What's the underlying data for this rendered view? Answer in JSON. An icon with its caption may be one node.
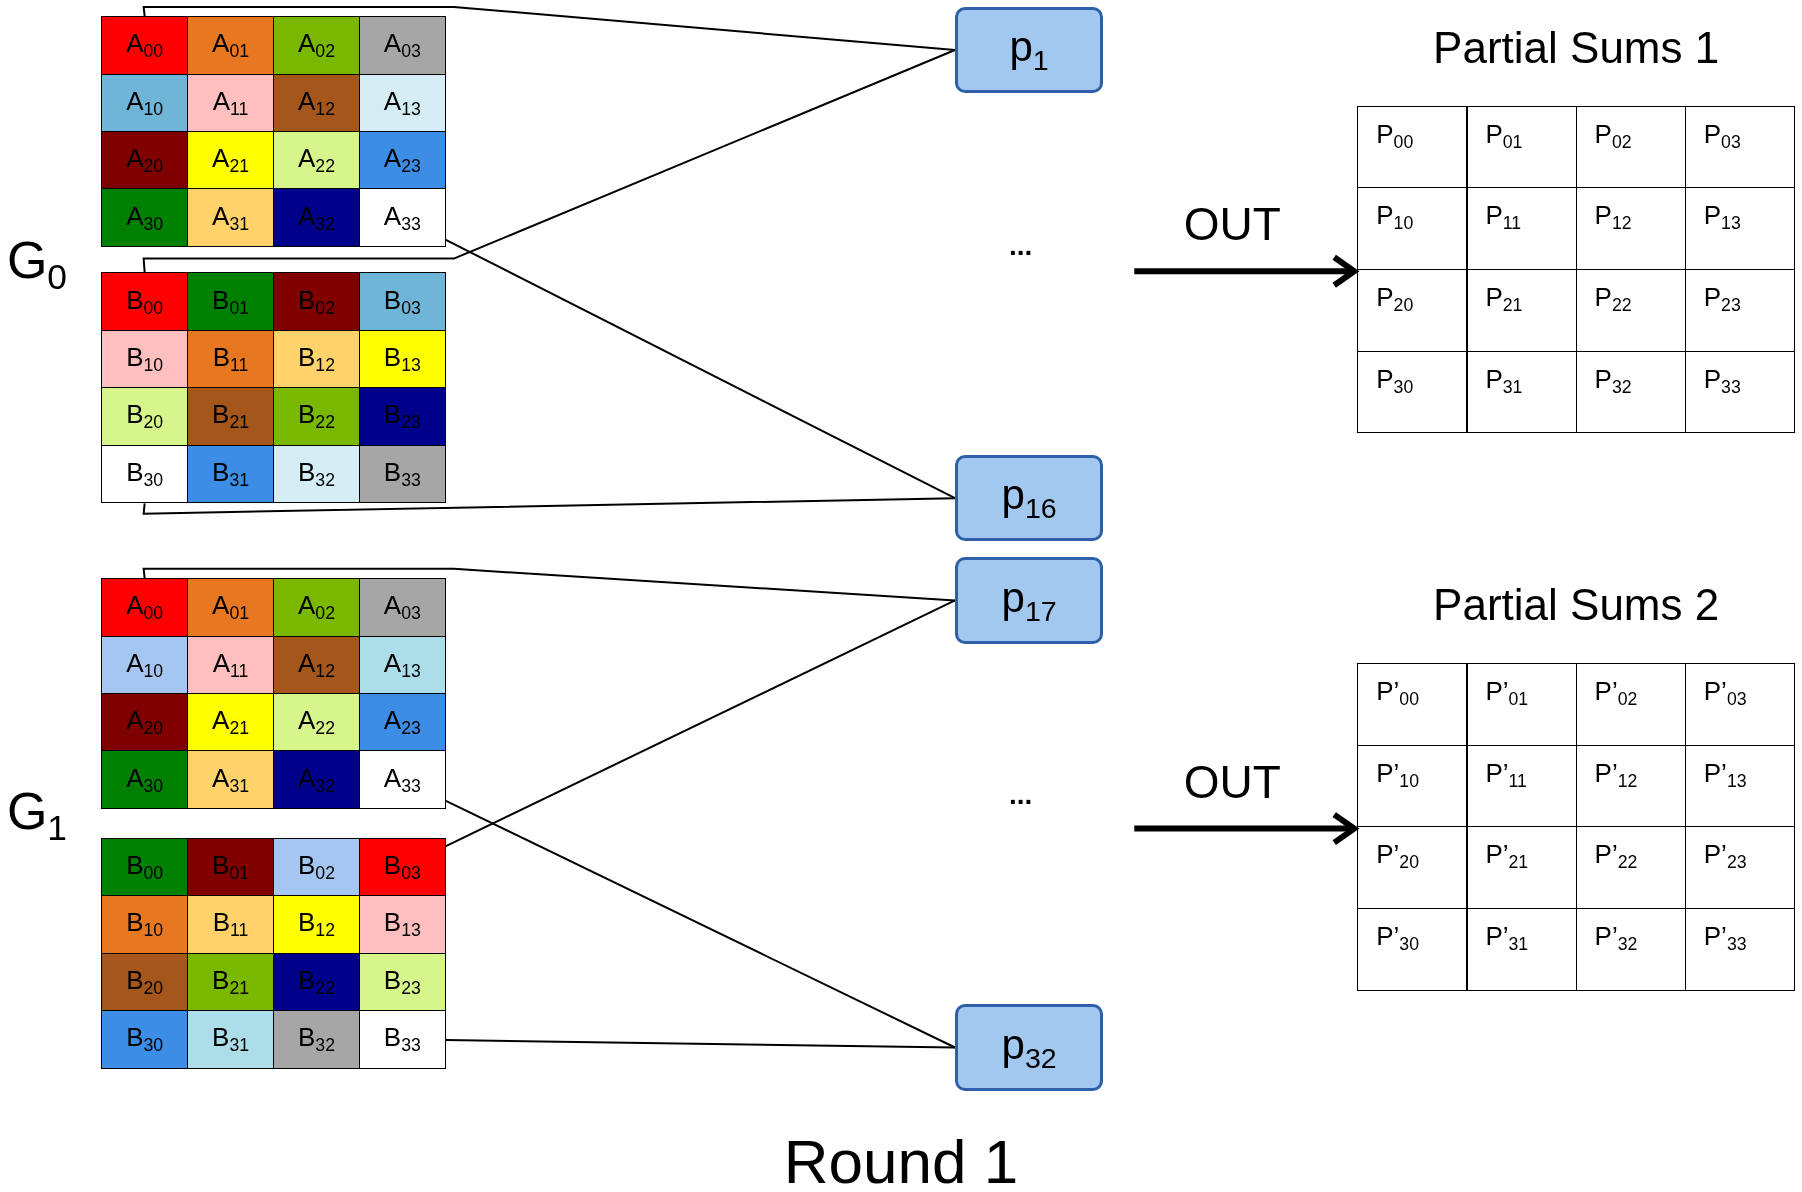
{
  "diagram": {
    "caption": "Round 1",
    "nodes": [
      {
        "text": [
          "A$_{00}$"
        ]
      },
      {
        "text": [
          "A$_{01}$"
        ]
      },
      {
        "text": [
          "A$_{02}$"
        ]
      },
      {
        "text": [
          "A$_{03}$"
        ]
      },
      {
        "text": [
          "A$_{10}$"
        ]
      },
      {
        "text": [
          "A$_{11}$"
        ]
      },
      {
        "text": [
          "A$_{12}$"
        ]
      },
      {
        "text": [
          "A$_{13}$"
        ]
      },
      {
        "text": [
          "A$_{20}$"
        ]
      },
      {
        "text": [
          "A$_{21}$"
        ]
      },
      {
        "text": [
          "A$_{22}$"
        ]
      },
      {
        "text": [
          "A$_{23}$"
        ]
      },
      {
        "text": [
          "A$_{30}$"
        ]
      },
      {
        "text": [
          "A$_{31}$"
        ]
      },
      {
        "text": [
          "A$_{32}$"
        ]
      },
      {
        "text": [
          "A$_{33}$"
        ]
      },
      {
        "text": [
          "B$_{00}$"
        ]
      },
      {
        "text": [
          "B$_{01}$"
        ]
      },
      {
        "text": [
          "B$_{02}$"
        ]
      },
      {
        "text": [
          "B$_{03}$"
        ]
      },
      {
        "text": [
          "B$_{10}$"
        ]
      },
      {
        "text": [
          "B$_{11}$"
        ]
      },
      {
        "text": [
          "B$_{12}$"
        ]
      },
      {
        "text": [
          "B$_{13}$"
        ]
      },
      {
        "text": [
          "B$_{20}$"
        ]
      },
      {
        "text": [
          "B$_{21}$"
        ]
      },
      {
        "text": [
          "B$_{22}$"
        ]
      },
      {
        "text": [
          "B$_{23}$"
        ]
      },
      {
        "text": [
          "B$_{30}$"
        ]
      },
      {
        "text": [
          "B$_{31}$"
        ]
      },
      {
        "text": [
          "B$_{32}$"
        ]
      },
      {
        "text": [
          "B$_{33}$"
        ]
      },
      {
        "text": [
          "A$_{00}$"
        ]
      },
      {
        "text": [
          "A$_{01}$"
        ]
      },
      {
        "text": [
          "A$_{02}$"
        ]
      },
      {
        "text": [
          "A$_{03}$"
        ]
      },
      {
        "text": [
          "A$_{10}$"
        ]
      },
      {
        "text": [
          "A$_{11}$"
        ]
      },
      {
        "text": [
          "A$_{12}$"
        ]
      },
      {
        "text": [
          "A$_{13}$"
        ]
      },
      {
        "text": [
          "A$_{20}$"
        ]
      },
      {
        "text": [
          "A$_{21}$"
        ]
      },
      {
        "text": [
          "A$_{22}$"
        ]
      },
      {
        "text": [
          "A$_{23}$"
        ]
      },
      {
        "text": [
          "A$_{30}$"
        ]
      },
      {
        "text": [
          "A$_{31}$"
        ]
      },
      {
        "text": [
          "A$_{32}$"
        ]
      },
      {
        "text": [
          "A$_{33}$"
        ]
      },
      {
        "text": [
          "B$_{00}$"
        ]
      },
      {
        "text": [
          "B$_{01}$"
        ]
      },
      {
        "text": [
          "B$_{02}$"
        ]
      },
      {
        "text": [
          "B$_{03}$"
        ]
      },
      {
        "text": [
          "B$_{10}$"
        ]
      },
      {
        "text": [
          "B$_{11}$"
        ]
      },
      {
        "text": [
          "B$_{12}$"
        ]
      },
      {
        "text": [
          "B$_{13}$"
        ]
      },
      {
        "text": [
          "B$_{20}$"
        ]
      },
      {
        "text": [
          "B$_{21}$"
        ]
      },
      {
        "text": [
          "B$_{22}$"
        ]
      },
      {
        "text": [
          "B$_{23}$"
        ]
      },
      {
        "text": [
          "B$_{30}$"
        ]
      },
      {
        "text": [
          "B$_{31}$"
        ]
      },
      {
        "text": [
          "B$_{32}$"
        ]
      },
      {
        "text": [
          "B$_{33}$"
        ]
      },
      {
        "text": [
          "p$_{1}$"
        ]
      },
      {
        "text": [
          "p$_{16}$"
        ]
      },
      {
        "text": [
          "p$_{17}$"
        ]
      },
      {
        "text": [
          "p$_{32}$"
        ]
      },
      {
        "text": [
          "Partial Sums 1"
        ]
      },
      {
        "text": [
          "P$_{00}$"
        ],
        "in": 68
      },
      {
        "text": [
          "P$_{01}$"
        ],
        "in": 68
      },
      {
        "text": [
          "P$_{02}$"
        ],
        "in": 68
      },
      {
        "text": [
          "P$_{03}$"
        ],
        "in": 68
      },
      {
        "text": [
          "P$_{10}$"
        ],
        "in": 68
      },
      {
        "text": [
          "P$_{11}$"
        ],
        "in": 68
      },
      {
        "text": [
          "P$_{12}$"
        ],
        "in": 68
      },
      {
        "text": [
          "P$_{13}$"
        ],
        "in": 68
      },
      {
        "text": [
          "P$_{20}$"
        ],
        "in": 68
      },
      {
        "text": [
          "P$_{21}$"
        ],
        "in": 68
      },
      {
        "text": [
          "P$_{22}$"
        ],
        "in": 68
      },
      {
        "text": [
          "P$_{23}$"
        ],
        "in": 68
      },
      {
        "text": [
          "P$_{30}$"
        ],
        "in": 68
      },
      {
        "text": [
          "P$_{31}$"
        ],
        "in": 68
      },
      {
        "text": [
          "P$_{32}$"
        ],
        "in": 68
      },
      {
        "text": [
          "P$_{33}$"
        ],
        "in": 68
      },
      {
        "text": [
          "Partial Sums 2"
        ]
      },
      {
        "text": [
          "P’$_{00}$"
        ],
        "in": 85
      },
      {
        "text": [
          "P’$_{01}$"
        ],
        "in": 85
      },
      {
        "text": [
          "P’$_{02}$"
        ],
        "in": 85
      },
      {
        "text": [
          "P’$_{03}$"
        ],
        "in": 85
      },
      {
        "text": [
          "P’$_{10}$"
        ],
        "in": 85
      },
      {
        "text": [
          "P’$_{11}$"
        ],
        "in": 85
      },
      {
        "text": [
          "P’$_{12}$"
        ],
        "in": 85
      },
      {
        "text": [
          "P’$_{13}$"
        ],
        "in": 85
      },
      {
        "text": [
          "P’$_{20}$"
        ],
        "in": 85
      },
      {
        "text": [
          "P’$_{21}$"
        ],
        "in": 85
      },
      {
        "text": [
          "P’$_{22}$"
        ],
        "in": 85
      },
      {
        "text": [
          "P’$_{23}$"
        ],
        "in": 85
      },
      {
        "text": [
          "P’$_{30}$"
        ],
        "in": 85
      },
      {
        "text": [
          "P’$_{31}$"
        ],
        "in": 85
      },
      {
        "text": [
          "P’$_{32}$"
        ],
        "in": 85
      },
      {
        "text": [
          "P’$_{33}$"
        ],
        "in": 85
      }
    ],
    "edges": [
      {
        "from": 0,
        "to": 64,
        "arrow": "none"
      },
      {
        "from": 16,
        "to": 64,
        "arrow": "none"
      },
      {
        "from": 15,
        "to": 65,
        "arrow": "none"
      },
      {
        "from": 28,
        "to": 65,
        "arrow": "none"
      },
      {
        "from": 32,
        "to": 66,
        "arrow": "none"
      },
      {
        "from": 51,
        "to": 66,
        "arrow": "none"
      },
      {
        "from": 47,
        "to": 67,
        "arrow": "none"
      },
      {
        "from": 63,
        "to": 67,
        "arrow": "none"
      },
      {
        "from": null,
        "to": 68,
        "arrow": "to",
        "label": "OUT",
        "style": "thick"
      },
      {
        "from": null,
        "to": 85,
        "arrow": "to",
        "label": "OUT",
        "style": "thick"
      }
    ],
    "labels": [
      "G$_{0}$",
      "...",
      "G$_{1}$",
      "..."
    ]
  }
}
